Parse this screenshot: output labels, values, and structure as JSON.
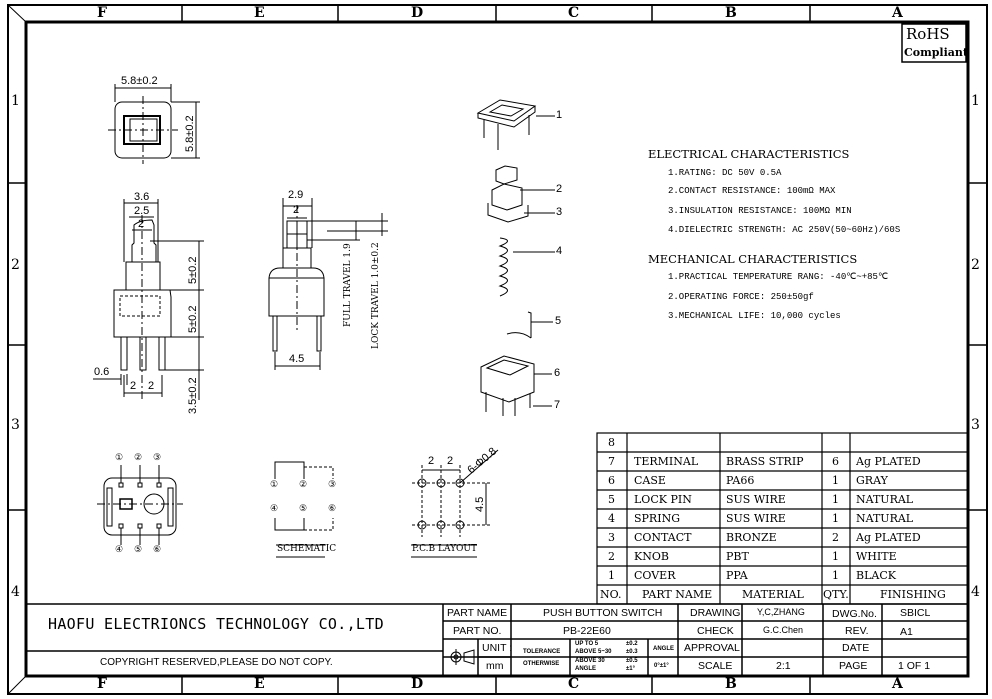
{
  "zones": {
    "columns": [
      "F",
      "E",
      "D",
      "C",
      "B",
      "A"
    ],
    "rows": [
      "1",
      "2",
      "3",
      "4"
    ]
  },
  "rohs": {
    "line1": "RoHS",
    "line2": "Compliant"
  },
  "electrical": {
    "title": "ELECTRICAL CHARACTERISTICS",
    "items": [
      "1.RATING: DC 50V 0.5A",
      "2.CONTACT RESISTANCE: 100mΩ MAX",
      "3.INSULATION RESISTANCE: 100MΩ MIN",
      "4.DIELECTRIC STRENGTH: AC 250V(50~60Hz)/60S"
    ]
  },
  "mechanical": {
    "title": "MECHANICAL CHARACTERISTICS",
    "items": [
      "1.PRACTICAL TEMPERATURE RANG: -40℃~+85℃",
      "2.OPERATING FORCE: 250±50gf",
      "3.MECHANICAL LIFE: 10,000 cycles"
    ]
  },
  "dimensions": {
    "top_w": "5.8±0.2",
    "top_h": "5.8±0.2",
    "w36": "3.6",
    "w25": "2.5",
    "w2": "2",
    "h_upper": "5±0.2",
    "h_body": "5±0.2",
    "h_pin": "3.5±0.2",
    "pin_w": "0.6",
    "pitch1": "2",
    "pitch2": "2",
    "side_w29": "2.9",
    "side_w2": "2",
    "side_w45": "4.5",
    "full_travel": "FULL TRAVEL 1.9",
    "lock_travel": "LOCK TRAVEL 1.0±0.2"
  },
  "pins": {
    "top": [
      "①",
      "②",
      "③"
    ],
    "bottom": [
      "④",
      "⑤",
      "⑥"
    ]
  },
  "schematic": {
    "label": "SCHEMATIC",
    "top": [
      "①",
      "②",
      "③"
    ],
    "bottom": [
      "④",
      "⑤",
      "⑥"
    ]
  },
  "pcb": {
    "label": "P.C.B LAYOUT",
    "pitch1": "2",
    "pitch2": "2",
    "holes": "6-Φ0.8",
    "row_gap": "4.5"
  },
  "exploded_labels": [
    "1",
    "2",
    "3",
    "4",
    "5",
    "6",
    "7"
  ],
  "parts_table": {
    "headers": [
      "NO.",
      "PART NAME",
      "MATERIAL",
      "QTY.",
      "FINISHING"
    ],
    "rows": [
      [
        "8",
        "",
        "",
        "",
        ""
      ],
      [
        "7",
        "TERMINAL",
        "BRASS STRIP",
        "6",
        "Ag PLATED"
      ],
      [
        "6",
        "CASE",
        "PA66",
        "1",
        "GRAY"
      ],
      [
        "5",
        "LOCK PIN",
        "SUS WIRE",
        "1",
        "NATURAL"
      ],
      [
        "4",
        "SPRING",
        "SUS WIRE",
        "1",
        "NATURAL"
      ],
      [
        "3",
        "CONTACT",
        "BRONZE",
        "2",
        "Ag PLATED"
      ],
      [
        "2",
        "KNOB",
        "PBT",
        "1",
        "WHITE"
      ],
      [
        "1",
        "COVER",
        "PPA",
        "1",
        "BLACK"
      ]
    ]
  },
  "title_block": {
    "company": "HAOFU ELECTRIONCS TECHNOLOGY CO.,LTD",
    "copyright": "COPYRIGHT RESERVED,PLEASE DO NOT COPY.",
    "part_name_label": "PART NAME",
    "part_name": "PUSH BUTTON SWITCH",
    "part_no_label": "PART NO.",
    "part_no": "PB-22E60",
    "drawing_label": "DRAWING",
    "drawing": "Y,C,ZHANG",
    "check_label": "CHECK",
    "check": "G.C.Chen",
    "approval_label": "APPROVAL",
    "approval": "",
    "scale_label": "SCALE",
    "scale": "2:1",
    "dwg_no_label": "DWG.No.",
    "dwg_no": "SBICL",
    "rev_label": "REV.",
    "rev": "A1",
    "date_label": "DATE",
    "date": "",
    "page_label": "PAGE",
    "page": "1 OF 1",
    "unit_label": "UNIT :",
    "unit": "mm",
    "tolerance_label": "TOLERANCE",
    "otherwise_label": "OTHERWISE",
    "tol_rows": [
      [
        "UP TO 5",
        "±0.2"
      ],
      [
        "ABOVE 5~30",
        "±0.3"
      ],
      [
        "ABOVE 30",
        "±0.5"
      ],
      [
        "ANGLE",
        "±1°"
      ]
    ],
    "angle_label": "ANGLE",
    "angle_value": "0°±1°"
  }
}
